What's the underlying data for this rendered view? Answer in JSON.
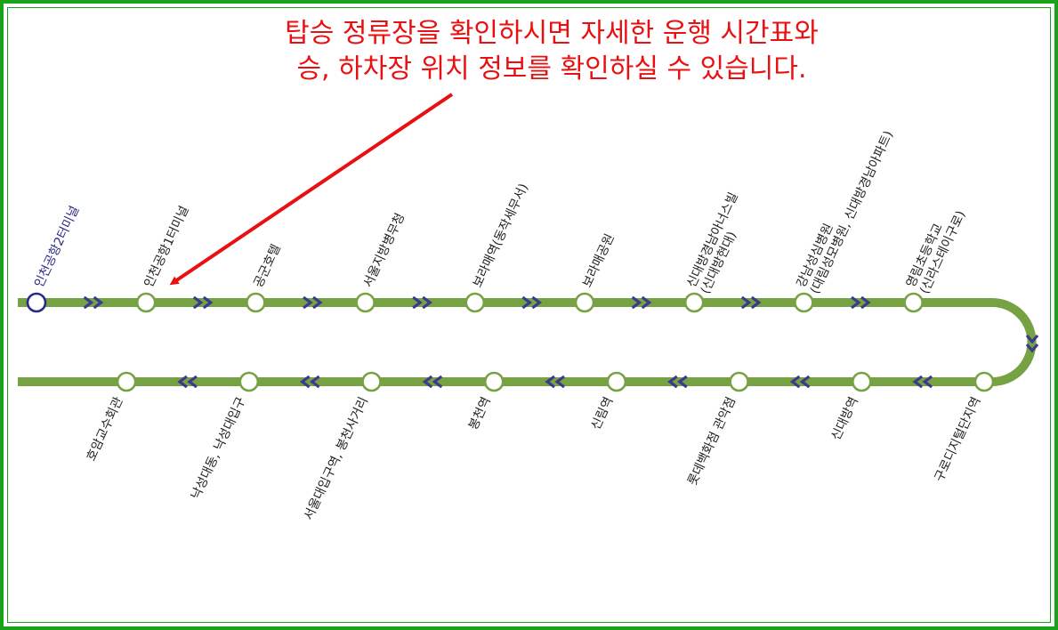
{
  "notice": {
    "line1": "탑승 정류장을 확인하시면 자세한 운행 시간표와",
    "line2": "승, 하차장 위치 정보를 확인하실 수 있습니다."
  },
  "colors": {
    "route_line": "#77a244",
    "arrow": "#3b3a8c",
    "origin_stop": "#2a2a86",
    "notice_text": "#e81010",
    "frame": "#1aa31a"
  },
  "outbound_stops": [
    {
      "name": "인천공항2터미널",
      "origin": true
    },
    {
      "name": "인천공항1터미널"
    },
    {
      "name": "공군호텔"
    },
    {
      "name": "서울지방병무청"
    },
    {
      "name": "보라매역(동작세무서)"
    },
    {
      "name": "보라매공원"
    },
    {
      "name": "신대방경남아너스빌",
      "sub": "(신대방현대)"
    },
    {
      "name": "강남성심병원",
      "sub": "(대림성모병원, 신대방경남아파트)"
    },
    {
      "name": "영림초등학교",
      "sub": "(신라스테이구로)"
    }
  ],
  "return_stops": [
    {
      "name": "구로디지털단지역"
    },
    {
      "name": "신대방역"
    },
    {
      "name": "롯데백화점 관악점"
    },
    {
      "name": "신림역"
    },
    {
      "name": "봉천역"
    },
    {
      "name": "서울대입구역, 봉천사거리"
    },
    {
      "name": "낙성대동, 낙성대입구"
    },
    {
      "name": "호암교수회관"
    }
  ]
}
